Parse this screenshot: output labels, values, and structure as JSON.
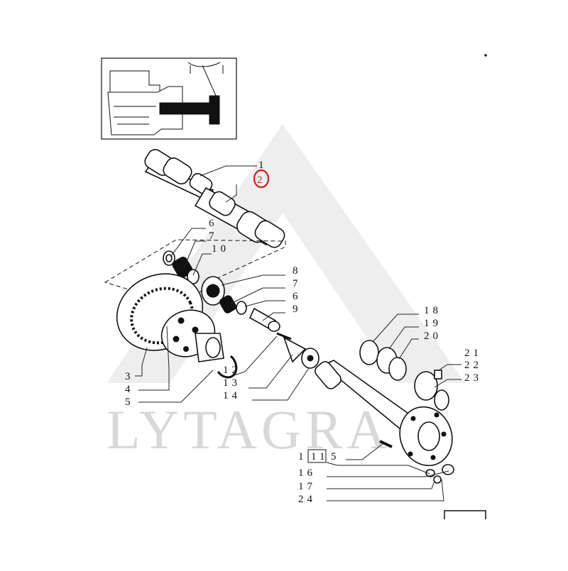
{
  "watermark": {
    "text": "LYTAGRA",
    "color": "#d8d8d8"
  },
  "highlight": {
    "label": "2",
    "color": "#cc1f1f"
  },
  "callouts": [
    {
      "id": "1",
      "label": "1"
    },
    {
      "id": "2",
      "label": "2"
    },
    {
      "id": "3",
      "label": "3"
    },
    {
      "id": "4",
      "label": "4"
    },
    {
      "id": "5",
      "label": "5"
    },
    {
      "id": "6a",
      "label": "6"
    },
    {
      "id": "7a",
      "label": "7"
    },
    {
      "id": "10",
      "label": "10"
    },
    {
      "id": "8",
      "label": "8"
    },
    {
      "id": "7b",
      "label": "7"
    },
    {
      "id": "6b",
      "label": "6"
    },
    {
      "id": "9",
      "label": "9"
    },
    {
      "id": "12",
      "label": "12"
    },
    {
      "id": "13",
      "label": "13"
    },
    {
      "id": "14",
      "label": "14"
    },
    {
      "id": "18",
      "label": "18"
    },
    {
      "id": "19",
      "label": "19"
    },
    {
      "id": "20",
      "label": "20"
    },
    {
      "id": "21",
      "label": "21"
    },
    {
      "id": "22",
      "label": "22"
    },
    {
      "id": "23",
      "label": "23"
    },
    {
      "id": "1-prefix",
      "label": "1"
    },
    {
      "id": "11",
      "label": "11"
    },
    {
      "id": "5b",
      "label": "5"
    },
    {
      "id": "16",
      "label": "16"
    },
    {
      "id": "17",
      "label": "17"
    },
    {
      "id": "24",
      "label": "24"
    }
  ]
}
